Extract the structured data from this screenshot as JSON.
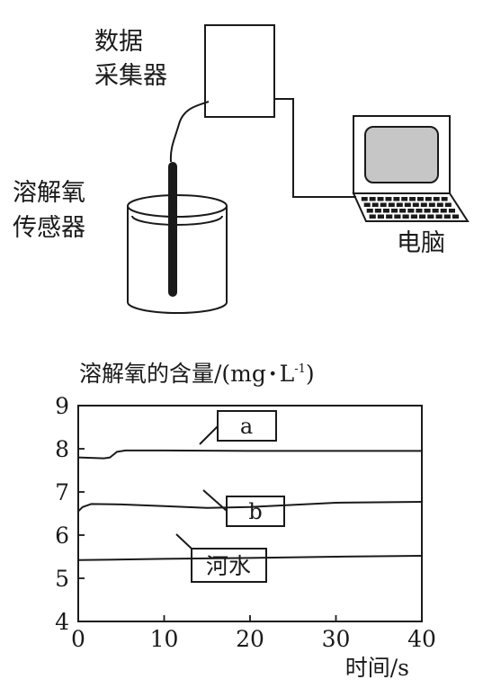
{
  "diagram": {
    "collector_label_line1": "数据",
    "collector_label_line2": "采集器",
    "sensor_label_line1": "溶解氧",
    "sensor_label_line2": "传感器",
    "computer_label": "电脑"
  },
  "chart_data": {
    "type": "line",
    "title": "溶解氧的含量/(mg·L⁻¹)",
    "title_prefix": "溶解氧的含量/(mg",
    "title_dot": "·",
    "title_L": "L",
    "title_sup": "-1",
    "title_close": ")",
    "xlabel": "时间/s",
    "ylabel": "",
    "xlim": [
      0,
      40
    ],
    "ylim": [
      4,
      9
    ],
    "x_ticks": [
      "0",
      "10",
      "20",
      "30",
      "40"
    ],
    "y_ticks": [
      "4",
      "5",
      "6",
      "7",
      "8",
      "9"
    ],
    "series": [
      {
        "name": "a",
        "x": [
          0,
          3,
          3.7,
          4.5,
          5.5,
          10,
          20,
          30,
          40
        ],
        "y": [
          7.8,
          7.78,
          7.8,
          7.93,
          7.96,
          7.96,
          7.95,
          7.95,
          7.95
        ]
      },
      {
        "name": "b",
        "x": [
          0,
          0.5,
          1.5,
          5,
          10,
          15,
          20,
          30,
          40
        ],
        "y": [
          6.55,
          6.65,
          6.72,
          6.71,
          6.67,
          6.63,
          6.65,
          6.75,
          6.77
        ]
      },
      {
        "name": "河水",
        "x": [
          0,
          10,
          20,
          30,
          40
        ],
        "y": [
          5.42,
          5.45,
          5.47,
          5.5,
          5.52
        ]
      }
    ]
  }
}
